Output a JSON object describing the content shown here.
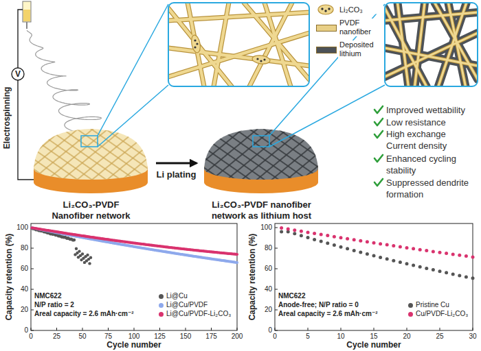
{
  "diagram": {
    "nodes": [
      {
        "text": [
          "Li₂CO₃-PVDF Nanofiber network"
        ]
      },
      {
        "text": [
          "Li₂CO₃-PVDF nanofiber network as lithium host"
        ]
      }
    ],
    "edges": [
      {
        "from": 0,
        "to": 1,
        "arrow": "to",
        "label": "Li plating"
      }
    ],
    "labels": [
      "Electrospinning",
      "V",
      "Improved wettability",
      "Low resistance",
      "High exchange Current density",
      "Enhanced cycling stability",
      "Suppressed dendrite formation",
      "Capacity retention (%)",
      "100",
      "80",
      "60",
      "40",
      "20",
      "0",
      "0",
      "25",
      "50",
      "75",
      "100",
      "125",
      "150",
      "175",
      "200",
      "Cycle number",
      "NMC622",
      "N/P ratio = 2",
      "Areal capacity = 2.6 mAh·cm⁻²",
      "Capacity retention (%)",
      "100",
      "80",
      "60",
      "40",
      "20",
      "0",
      "0",
      "5",
      "10",
      "15",
      "20",
      "25",
      "30",
      "Cycle number",
      "NMC622",
      "Anode-free; N/P ratio = 0",
      "Areal capacity = 2.6 mAh·cm⁻²"
    ],
    "legend": [
      {
        "text": "Li₂CO₃"
      },
      {
        "text": "PVDF nanofiber",
        "color": "#e8cf86"
      },
      {
        "text": "Deposited lithium",
        "color": "#4d5257"
      },
      {
        "text": "Li@Cu",
        "color": "#555555"
      },
      {
        "text": "Li@Cu/PVDF",
        "color": "#8ea9ec"
      },
      {
        "text": "Li@Cu/PVDF-Li₂CO₃",
        "color": "#d9336e"
      },
      {
        "text": "Pristine Cu",
        "color": "#555555"
      },
      {
        "text": "Cu/PVDF-Li₂CO₃",
        "color": "#d9336e"
      }
    ]
  }
}
